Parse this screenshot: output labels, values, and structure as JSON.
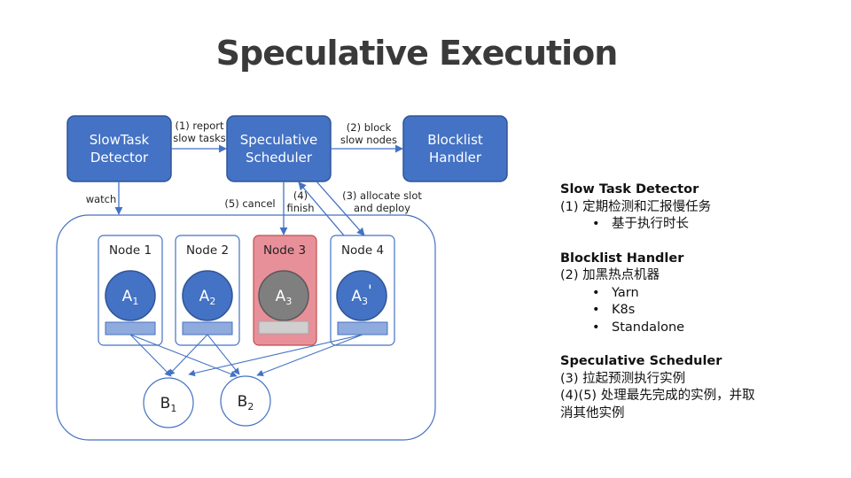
{
  "title": "Speculative Execution",
  "boxes": {
    "slowtask": [
      "SlowTask",
      "Detector"
    ],
    "scheduler": [
      "Speculative",
      "Scheduler"
    ],
    "blocklist": [
      "Blocklist",
      "Handler"
    ]
  },
  "edge_labels": {
    "report": [
      "(1) report",
      "slow tasks"
    ],
    "block": [
      "(2) block",
      "slow nodes"
    ],
    "watch": "watch",
    "cancel": "(5) cancel",
    "finish": [
      "(4)",
      "finish"
    ],
    "allocate": [
      "(3) allocate slot",
      "and deploy"
    ]
  },
  "nodes": [
    {
      "label": "Node 1",
      "task": "A",
      "sub": "1",
      "prime": ""
    },
    {
      "label": "Node 2",
      "task": "A",
      "sub": "2",
      "prime": ""
    },
    {
      "label": "Node 3",
      "task": "A",
      "sub": "3",
      "prime": ""
    },
    {
      "label": "Node 4",
      "task": "A",
      "sub": "3",
      "prime": "'"
    }
  ],
  "outputs": [
    {
      "task": "B",
      "sub": "1"
    },
    {
      "task": "B",
      "sub": "2"
    }
  ],
  "colors": {
    "box_fill": "#4472C4",
    "box_stroke": "#2F5597",
    "slow_node_fill": "#E8909A",
    "slow_task_fill": "#7F7F7F",
    "bar_fill": "#8FAADC",
    "slow_bar_fill": "#D0CECE",
    "line": "#4472C4"
  },
  "panel": {
    "slow": {
      "title": "Slow Task Detector",
      "line1": "(1) 定期检测和汇报慢任务",
      "items": [
        "基于执行时长"
      ]
    },
    "blocklist": {
      "title": "Blocklist Handler",
      "line1": "(2) 加黑热点机器",
      "items": [
        "Yarn",
        "K8s",
        "Standalone"
      ]
    },
    "spec": {
      "title": "Speculative Scheduler",
      "line1": "(3) 拉起预测执行实例",
      "line2": "(4)(5) 处理最先完成的实例，并取",
      "line3": "消其他实例"
    }
  }
}
